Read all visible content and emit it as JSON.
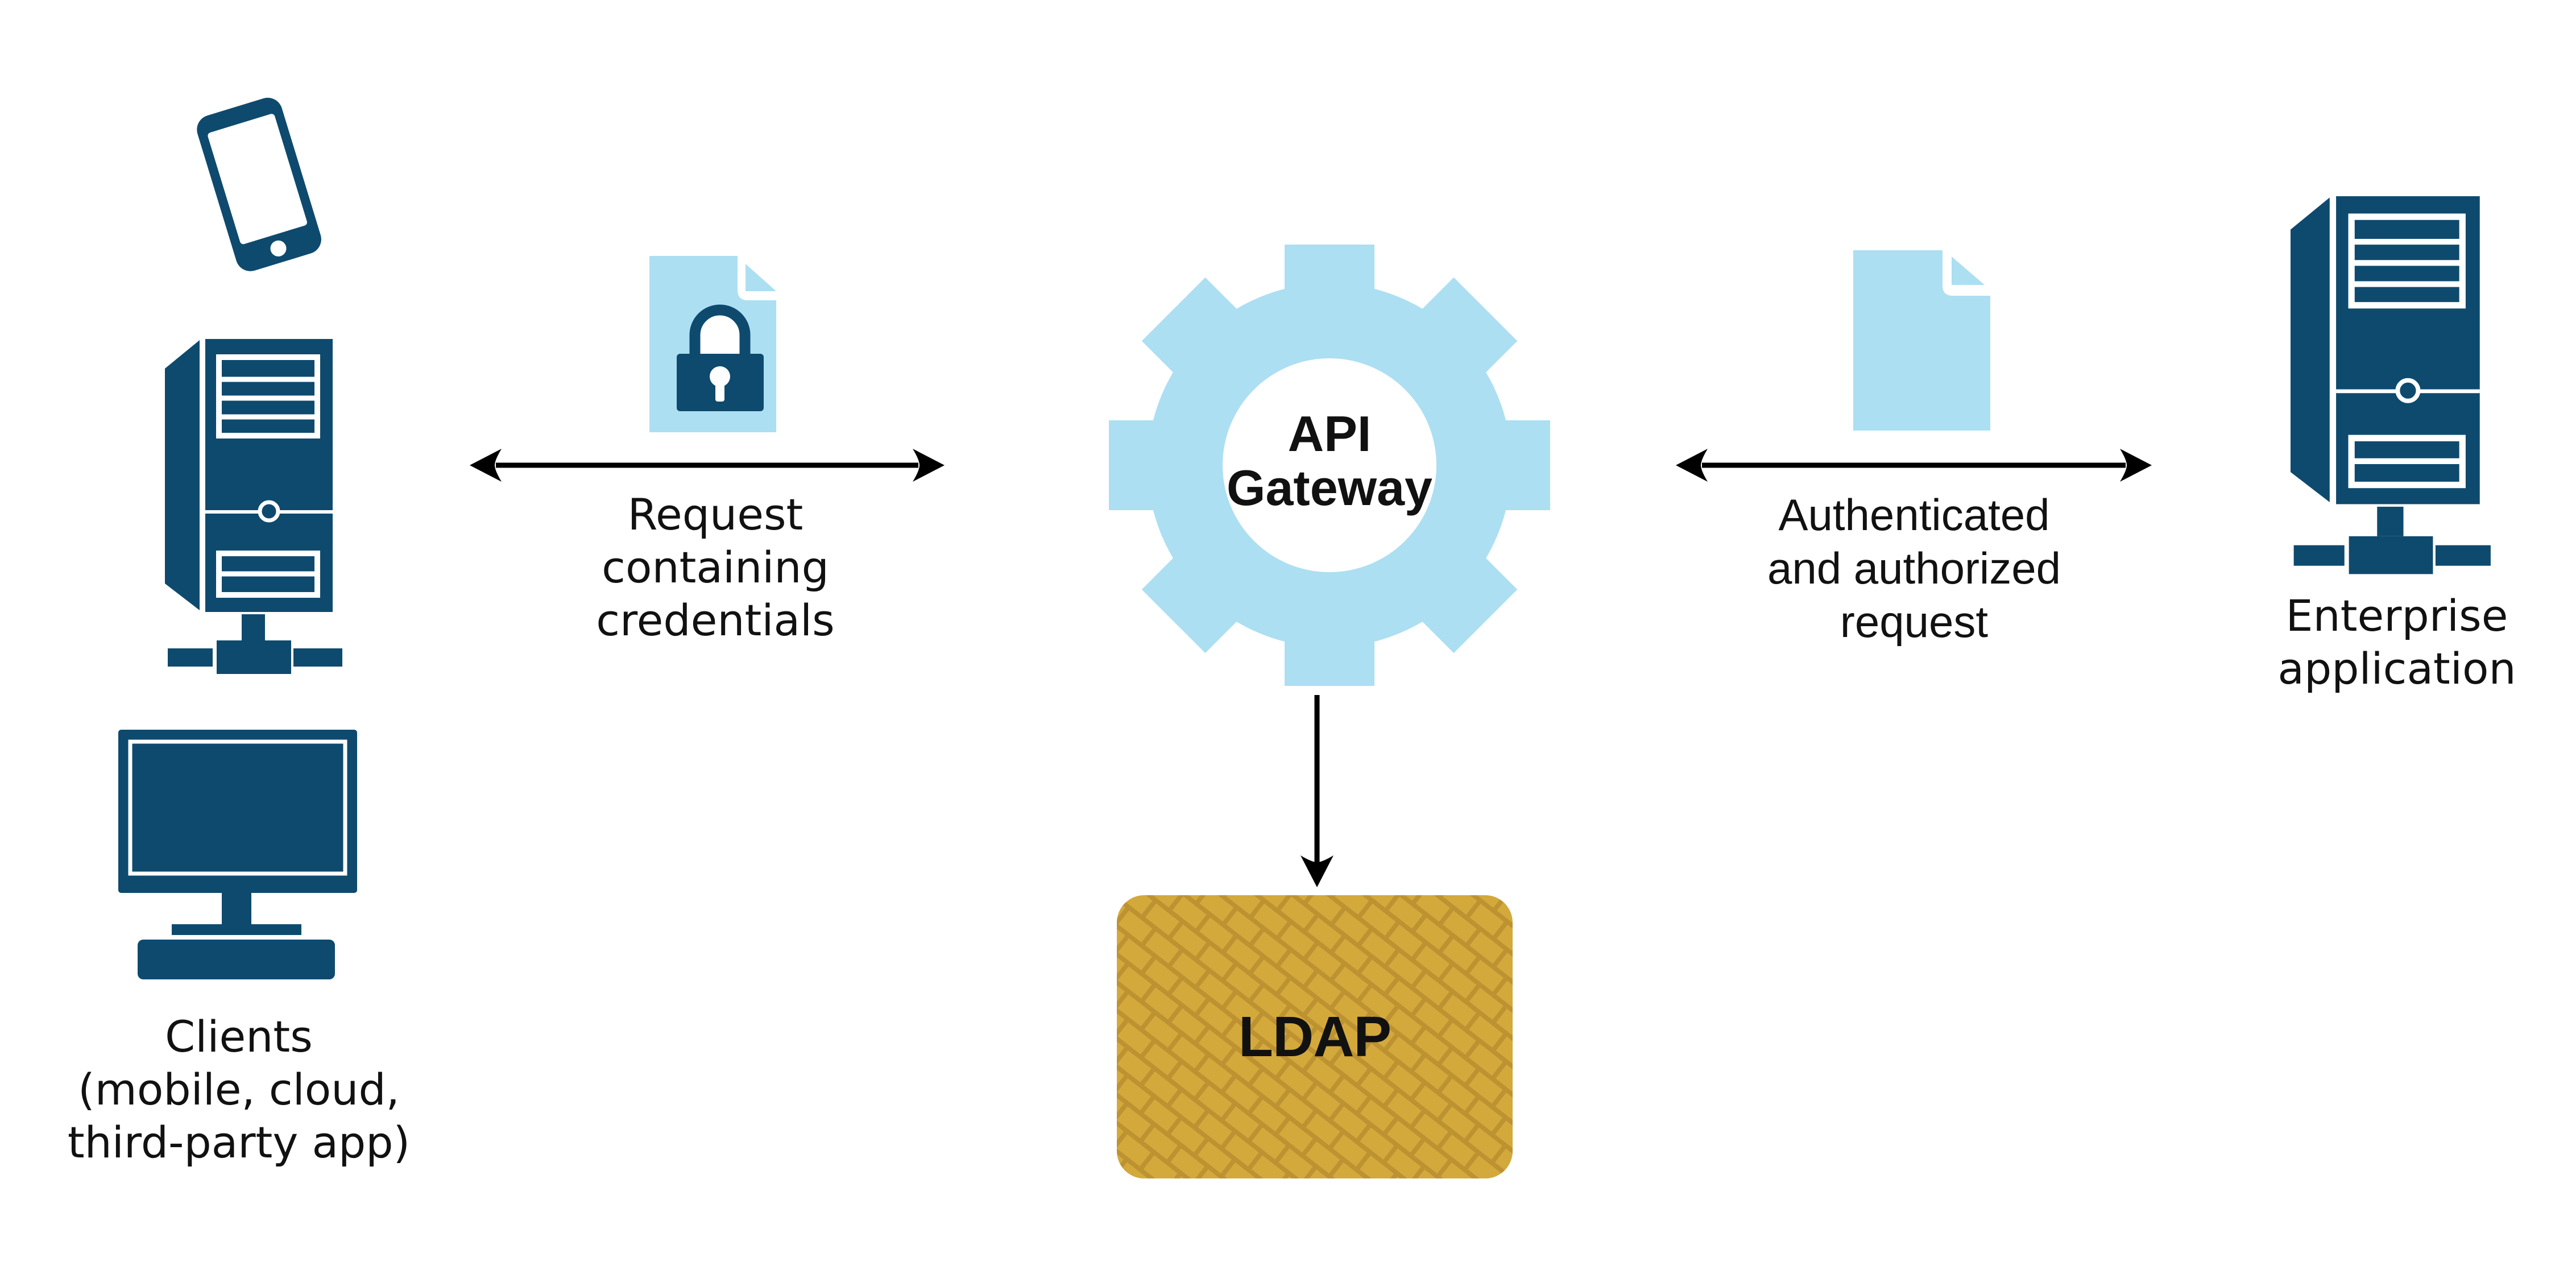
{
  "title": "API Gateway authentication and authorization flow diagram",
  "colors": {
    "bg": "#ffffff",
    "navy": "#0E4A6E",
    "light_blue": "#ACDFF2",
    "brick": "#D3A93C",
    "mortar": "#BD9231",
    "arrow": "#000000",
    "text": "#111111"
  },
  "nodes": {
    "clients": {
      "icons": [
        "smartphone-icon",
        "server-tower-icon",
        "desktop-computer-icon"
      ],
      "label_lines": [
        "Clients",
        "(mobile, cloud,",
        "third-party app)"
      ]
    },
    "gateway": {
      "icon": "gear-icon",
      "label_lines": [
        "API",
        "Gateway"
      ]
    },
    "ldap": {
      "icon": "brick-wall-pattern",
      "label": "LDAP"
    },
    "enterprise": {
      "icon": "server-tower-icon",
      "label_lines": [
        "Enterprise",
        "application"
      ]
    },
    "request_doc": {
      "icon": "locked-document-icon"
    },
    "auth_doc": {
      "icon": "document-icon"
    }
  },
  "edges": {
    "clients_gateway": {
      "type": "double-headed-arrow",
      "label_lines": [
        "Request",
        "containing",
        "credentials"
      ]
    },
    "gateway_enterprise": {
      "type": "double-headed-arrow",
      "label_lines": [
        "Authenticated",
        "and authorized",
        "request"
      ]
    },
    "gateway_ldap": {
      "type": "single-arrow-down",
      "label_lines": []
    }
  }
}
